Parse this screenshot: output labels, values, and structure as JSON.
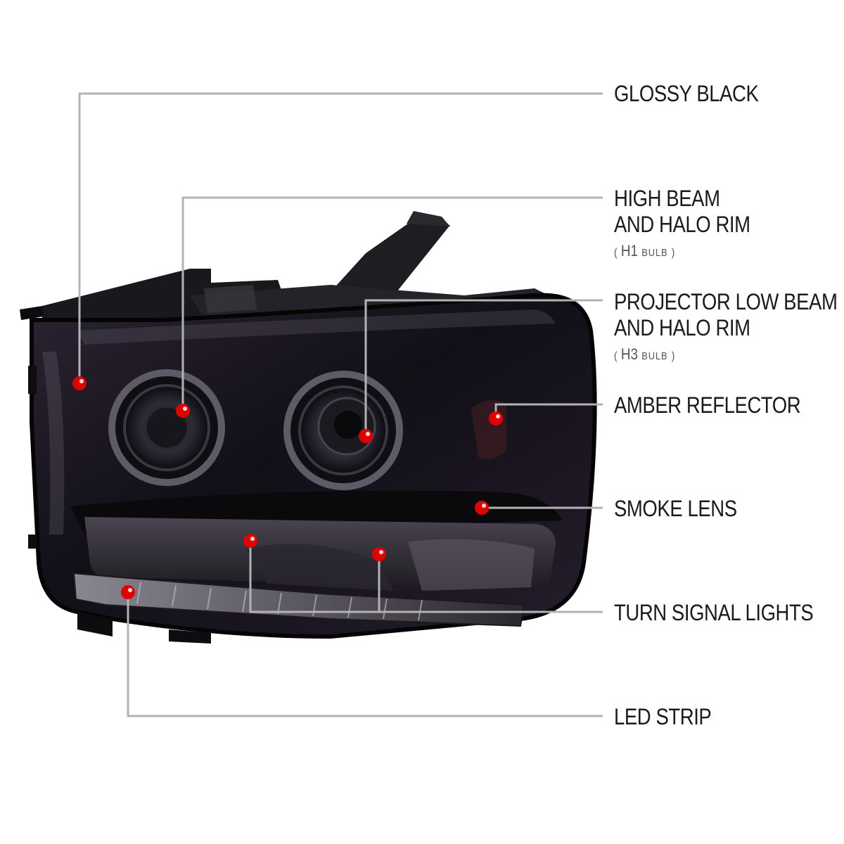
{
  "callouts": {
    "glossy_black": "GLOSSY BLACK",
    "high_beam_line1": "HIGH BEAM",
    "high_beam_line2": "AND HALO RIM",
    "high_beam_bulb_open": "(",
    "high_beam_bulb_code": "H1",
    "high_beam_bulb_word": "BULB",
    "high_beam_bulb_close": ")",
    "low_beam_line1": "PROJECTOR LOW BEAM",
    "low_beam_line2": "AND HALO RIM",
    "low_beam_bulb_open": "(",
    "low_beam_bulb_code": "H3",
    "low_beam_bulb_word": "BULB",
    "low_beam_bulb_close": ")",
    "amber_reflector": "AMBER REFLECTOR",
    "smoke_lens": "SMOKE LENS",
    "turn_signal_lights": "TURN SIGNAL LIGHTS",
    "led_strip": "LED STRIP"
  },
  "colors": {
    "leader_line": "#b3b3b3",
    "marker": "#e00000",
    "lens_smoke": "#1b1622",
    "housing": "#0d0d10",
    "text": "#1a1a1a"
  }
}
